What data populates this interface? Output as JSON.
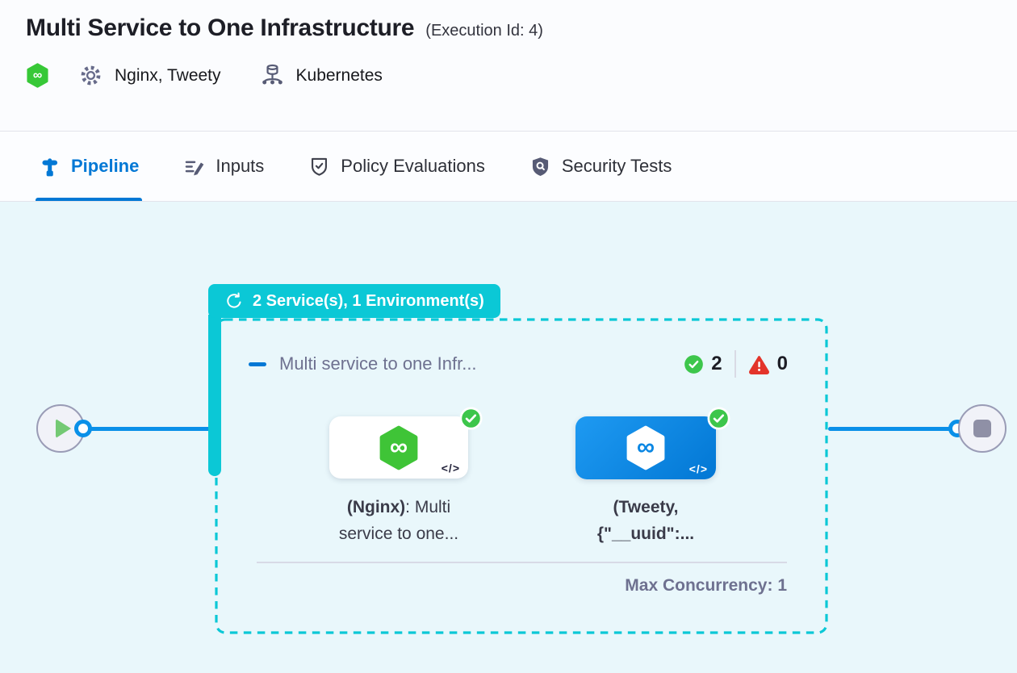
{
  "header": {
    "title": "Multi Service to One Infrastructure",
    "execution_id": "(Execution Id: 4)",
    "services": "Nginx, Tweety",
    "environment": "Kubernetes"
  },
  "tabs": [
    {
      "label": "Pipeline",
      "active": true
    },
    {
      "label": "Inputs",
      "active": false
    },
    {
      "label": "Policy Evaluations",
      "active": false
    },
    {
      "label": "Security Tests",
      "active": false
    }
  ],
  "pipeline": {
    "stage_badge_label": "2 Service(s), 1 Environment(s)",
    "stage_title": "Multi service to one Infr...",
    "success_count": "2",
    "failure_count": "0",
    "max_concurrency_label": "Max Concurrency: 1",
    "services": [
      {
        "name": "(Nginx)",
        "line1_rest": ": Multi",
        "line2": "service to one..."
      },
      {
        "name": "(Tweety,",
        "line1_rest": "",
        "line2": "{\"__uuid\":..."
      }
    ]
  },
  "icons": {
    "code_glyph": "</>",
    "infinity_glyph": "∞"
  },
  "colors": {
    "teal_accent": "#0BC8D6",
    "primary_blue": "#0278D5",
    "edge_blue": "#0A90E8",
    "success_green": "#3DC64B",
    "error_red": "#E3342A",
    "canvas_bg": "#E9F7FB"
  }
}
